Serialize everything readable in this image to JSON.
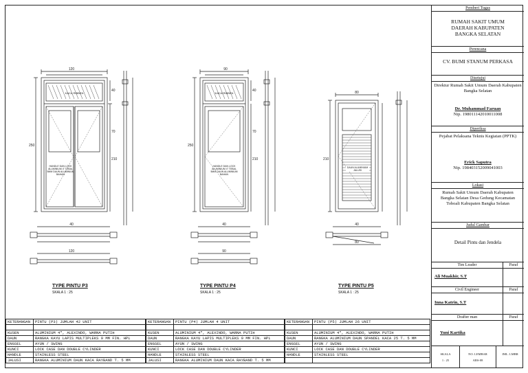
{
  "title_block": {
    "owner_header": "Pemberi Tugas",
    "owner_name": "RUMAH SAKIT UMUM DAERAH KABUPATEN BANGKA SELATAN",
    "planner_header": "Perencana",
    "planner_name": "CV. BUMI STANUM PERKASA",
    "approved_header": "Disetujui",
    "approved_org": "Direktur Rumah Sakit Umum Daerah Kabupaten Bangka Selatan",
    "approved_person": "Dr. Muhammad Faruan",
    "approved_nip": "Nip. 198011142010011008",
    "checked_header": "Diperiksa",
    "checked_org": "Pejabat Pelaksana Teknis Kegiatan (PPTK)",
    "checked_person": "Erick Saputra",
    "checked_nip": "Nip. 198403152009041003",
    "location_header": "Lokasi",
    "location_text": "Rumah Sakit Umum Daerah Kabupaten Bangka Selatan Desa Gedung Kecamatan Toboali Kabupaten Bangka Selatan",
    "drawing_title_header": "Judul Gambar",
    "drawing_title": "Detail Pintu dan Jendela",
    "team_leader_header": "Tim Leader",
    "team_leader_name": "Ali Muakhir, S.T",
    "civil_header": "Civil Engineer",
    "civil_name": "Inna Katrin, S.T",
    "drafter_header": "Drafter man",
    "drafter_name": "Yuni Kartika",
    "paraf": "Paraf",
    "scale_label": "SKALA",
    "scale_value": "1 : 25",
    "sheet_label": "NO. LEMBAR",
    "sheet_value": "ARS-08",
    "count_label": "JML. LMBR"
  },
  "doors": [
    {
      "caption": "TYPE PINTU P3",
      "scale": "SKALA 1 : 25",
      "width": "120",
      "leaf": "40",
      "frame": "120",
      "glass_label": "KACA RIBBEN",
      "note": "HANDLE DAN LOCK ALUMINIUM 4\" TEBAL 5MM DAUN ALUMINIUM BAHAN"
    },
    {
      "caption": "TYPE PINTU P4",
      "scale": "SKALA 1 : 25",
      "width": "90",
      "leaf": "40",
      "frame": "90",
      "glass_label": "KACA RIBBEN",
      "note": "HANDLE DAN LOCK ALUMINIUM 4\" TEBAL 5MM DAUN ALUMINIUM BAHAN"
    },
    {
      "caption": "TYPE PINTU P5",
      "scale": "SKALA 1 : 25",
      "width": "80",
      "leaf": "40",
      "frame": "80",
      "glass_label": "",
      "note": "DAUN ALUMINIUM JALUSI"
    }
  ],
  "dims": {
    "total_h": "250",
    "leaf_h": "210",
    "top_h": "40",
    "mid_h": "70"
  },
  "specs": [
    {
      "header_k": "KETERANGAN",
      "header_v": "PINTU (P3) JUMLAH 42 UNIT",
      "rows": [
        [
          "KUSEN",
          "ALUMINIUM 4\", ALEXINDO, WARNA PUTIH"
        ],
        [
          "DAUN",
          "RANGKA KAYU LAPIS MULTIPLEKS 9 MM FIN. HPL"
        ],
        [
          "ENGSEL",
          "AYUN / SWING"
        ],
        [
          "KUNCI",
          "LOCK CASE DAN DOUBLE CYLINDER"
        ],
        [
          "HANDLE",
          "STAINLESS STEEL"
        ],
        [
          "JALUSI",
          "RANGKA ALUMINIUM DAUN KACA RAYBAND T. 5 MM"
        ]
      ]
    },
    {
      "header_k": "KETERANGAN",
      "header_v": "PINTU (P4) JUMLAH 4 UNIT",
      "rows": [
        [
          "KUSEN",
          "ALUMINIUM 4\", ALEXINDO, WARNA PUTIH"
        ],
        [
          "DAUN",
          "RANGKA KAYU LAPIS MULTIPLEKS 9 MM FIN. HPL"
        ],
        [
          "ENGSEL",
          "AYUN / SWING"
        ],
        [
          "KUNCI",
          "LOCK CASE DAN DOUBLE CYLINDER"
        ],
        [
          "HANDLE",
          "STAINLESS STEEL"
        ],
        [
          "JALUSI",
          "RANGKA ALUMINIUM DAUN KACA RAYBAND T. 5 MM"
        ]
      ]
    },
    {
      "header_k": "KETERANGAN",
      "header_v": "PINTU (P5) JUMLAH 26 UNIT",
      "rows": [
        [
          "KUSEN",
          "ALUMINIUM 4\", ALEXINDO, WARNA PUTIH"
        ],
        [
          "DAUN",
          "RANGKA ALUMINIUM DAUN SPANDEL KACA 25 T. 5 MM"
        ],
        [
          "ENGSEL",
          "AYUN / SWING"
        ],
        [
          "KUNCI",
          "LOCK CASE DAN DOUBLE CYLINDER"
        ],
        [
          "HANDLE",
          "STAINLESS STEEL"
        ],
        [
          "",
          ""
        ]
      ]
    }
  ]
}
